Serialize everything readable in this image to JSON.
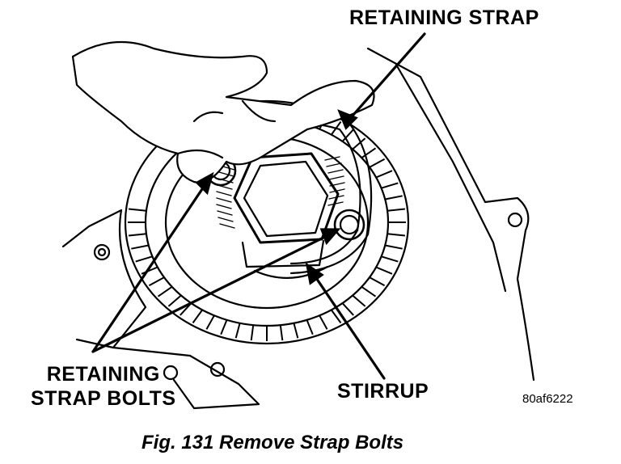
{
  "labels": {
    "retaining_strap": "RETAINING STRAP",
    "retaining_strap_bolts_line1": "RETAINING",
    "retaining_strap_bolts_line2": "STRAP BOLTS",
    "stirrup": "STIRRUP",
    "figure_code": "80af6222"
  },
  "caption": "Fig. 131 Remove Strap Bolts",
  "colors": {
    "ink": "#000000",
    "paper": "#ffffff"
  }
}
